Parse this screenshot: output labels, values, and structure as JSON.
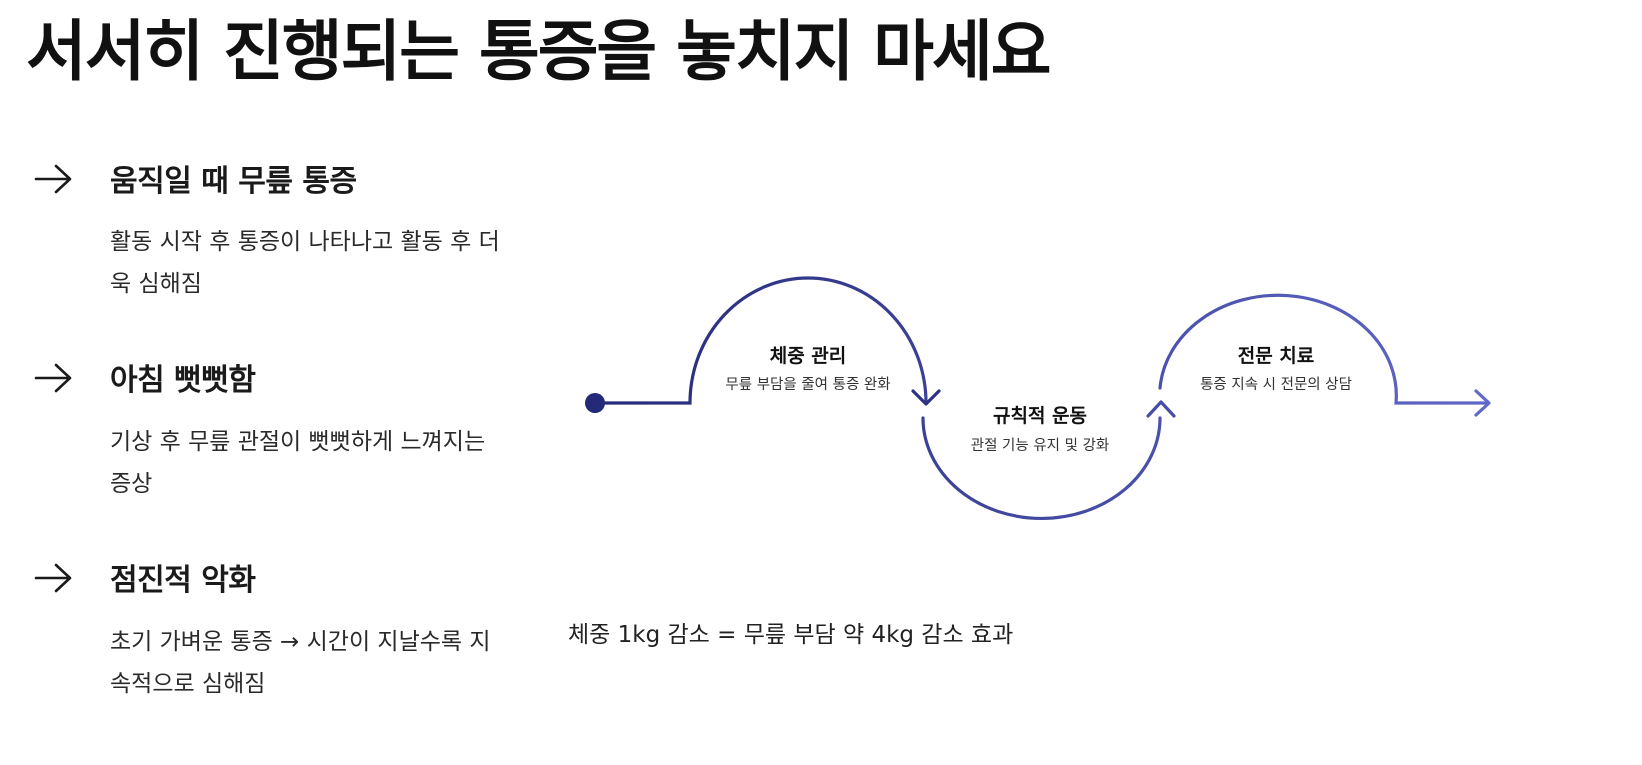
{
  "page_title": "서서히 진행되는 통증을 놓치지 마세요",
  "symptoms": [
    {
      "title": "움직일 때 무릎 통증",
      "description": "활동 시작 후 통증이 나타나고 활동 후 더욱 심해짐"
    },
    {
      "title": "아침 뻣뻣함",
      "description": "기상 후 무릎 관절이 뻣뻣하게 느껴지는 증상"
    },
    {
      "title": "점진적 악화",
      "description": "초기 가벼운 통증 → 시간이 지날수록 지속적으로 심해짐"
    }
  ],
  "steps": [
    {
      "title": "체중 관리",
      "subtitle": "무릎 부담을 줄여 통증 완화"
    },
    {
      "title": "규칙적 운동",
      "subtitle": "관절 기능 유지 및 강화"
    },
    {
      "title": "전문 치료",
      "subtitle": "통증 지속 시 전문의 상담"
    }
  ],
  "footnote": "체중 1kg 감소 = 무릎 부담 약 4kg 감소 효과",
  "colors": {
    "text_dark": "#111111",
    "path_start": "#252a78",
    "path_end": "#6068c8"
  },
  "icons": {
    "symptom_bullet": "right-arrow-icon",
    "flow_end": "arrow-head-icon"
  }
}
